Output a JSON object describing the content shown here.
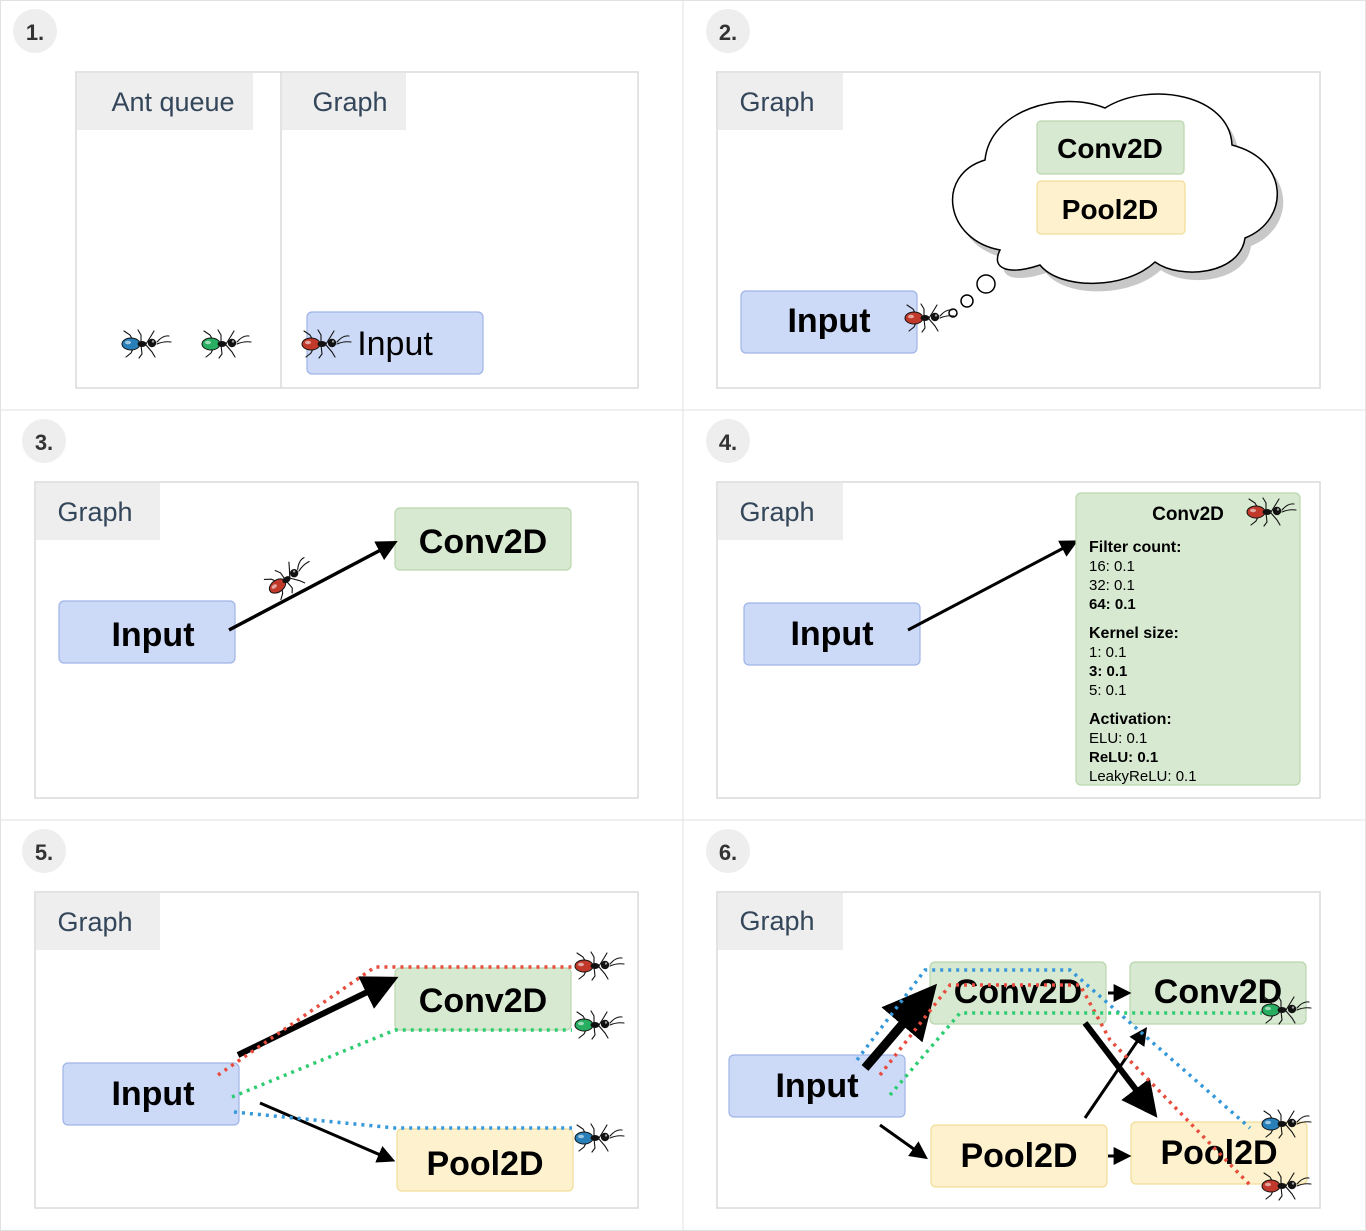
{
  "colors": {
    "input_fill": "#ccdaf8",
    "input_stroke": "#9fb4e6",
    "conv_fill": "#d8e9d2",
    "conv_stroke": "#b9d6ad",
    "pool_fill": "#fdf2cd",
    "pool_stroke": "#f1dd98",
    "tab_fill": "#eeeeee",
    "tab_text": "#34465a",
    "path_red": "#e74c3c",
    "path_green": "#2ecc71",
    "path_blue": "#3498db",
    "ant_red": "#c0392b",
    "ant_green": "#27ae60",
    "ant_blue": "#2980b9"
  },
  "panels": [
    {
      "step": "1.",
      "tabs": [
        "Ant queue",
        "Graph"
      ],
      "nodes": {
        "input": "Input"
      }
    },
    {
      "step": "2.",
      "tabs": [
        "Graph"
      ],
      "nodes": {
        "input": "Input",
        "conv": "Conv2D",
        "pool": "Pool2D"
      }
    },
    {
      "step": "3.",
      "tabs": [
        "Graph"
      ],
      "nodes": {
        "input": "Input",
        "conv": "Conv2D"
      }
    },
    {
      "step": "4.",
      "tabs": [
        "Graph"
      ],
      "nodes": {
        "input": "Input",
        "conv": "Conv2D"
      },
      "param_card": {
        "title": "Conv2D",
        "sections": [
          {
            "heading": "Filter count:",
            "items": [
              {
                "label": "16:",
                "value": "0.1",
                "bold": false
              },
              {
                "label": "32:",
                "value": "0.1",
                "bold": false
              },
              {
                "label": "64:",
                "value": "0.1",
                "bold": true
              }
            ]
          },
          {
            "heading": "Kernel size:",
            "items": [
              {
                "label": "1:",
                "value": "0.1",
                "bold": false
              },
              {
                "label": "3:",
                "value": "0.1",
                "bold": true
              },
              {
                "label": "5:",
                "value": "0.1",
                "bold": false
              }
            ]
          },
          {
            "heading": "Activation:",
            "items": [
              {
                "label": "ELU:",
                "value": "0.1",
                "bold": false
              },
              {
                "label": "ReLU:",
                "value": "0.1",
                "bold": true
              },
              {
                "label": "LeakyReLU:",
                "value": "0.1",
                "bold": false
              }
            ]
          }
        ]
      }
    },
    {
      "step": "5.",
      "tabs": [
        "Graph"
      ],
      "nodes": {
        "input": "Input",
        "conv": "Conv2D",
        "pool": "Pool2D"
      }
    },
    {
      "step": "6.",
      "tabs": [
        "Graph"
      ],
      "nodes": {
        "input": "Input",
        "conv": "Conv2D",
        "conv2": "Conv2D",
        "pool": "Pool2D",
        "pool2": "Pool2D"
      }
    }
  ]
}
